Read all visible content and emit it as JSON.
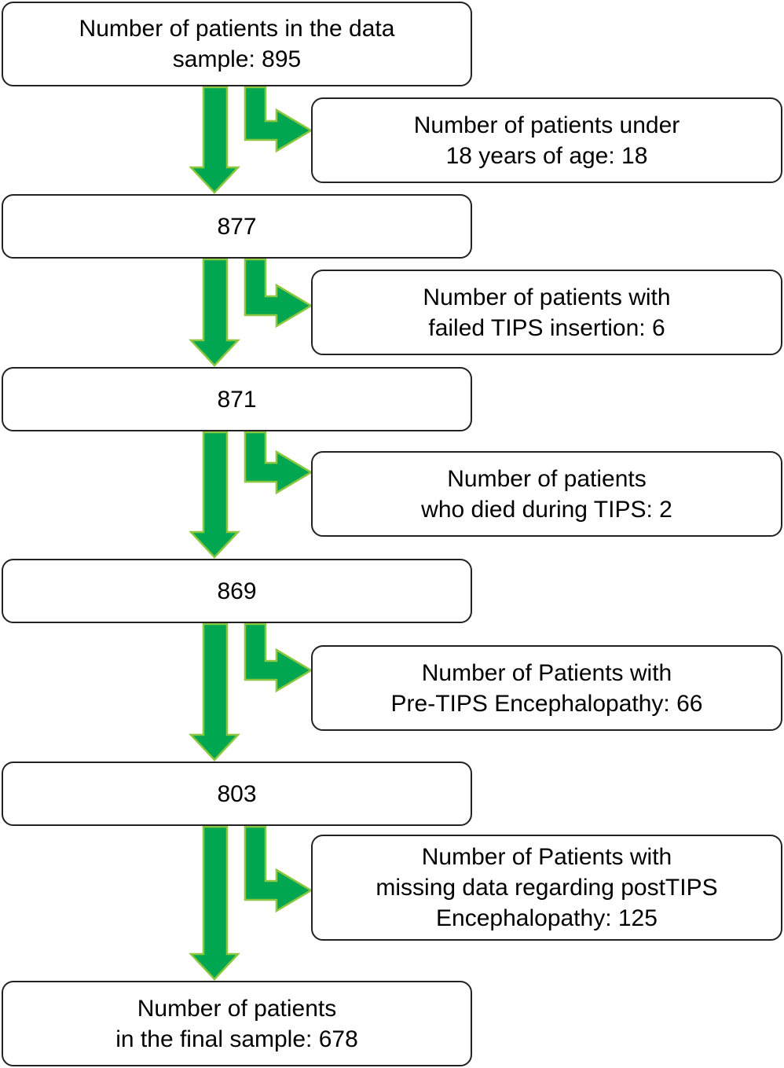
{
  "flow": {
    "start_text": "Number of patients in the data\nsample:  895",
    "step_877": "877",
    "step_871": "871",
    "step_869": "869",
    "step_803": "803",
    "final_text": "Number of patients\nin the final sample: 678"
  },
  "exclusions": {
    "under_18": "Number of patients under\n18 years of age: 18",
    "failed_tips": "Number of patients with\nfailed TIPS insertion: 6",
    "died_during_tips": "Number of patients\nwho died during TIPS: 2",
    "pre_tips_encephalopathy": "Number of Patients with\nPre-TIPS Encephalopathy:  66",
    "missing_post_tips_data": "Number of Patients with\nmissing data regarding  postTIPS\nEncephalopathy: 125"
  },
  "colors": {
    "arrow_fill": "#00a650",
    "arrow_outline": "#8dc63f",
    "box_border": "#222222"
  }
}
